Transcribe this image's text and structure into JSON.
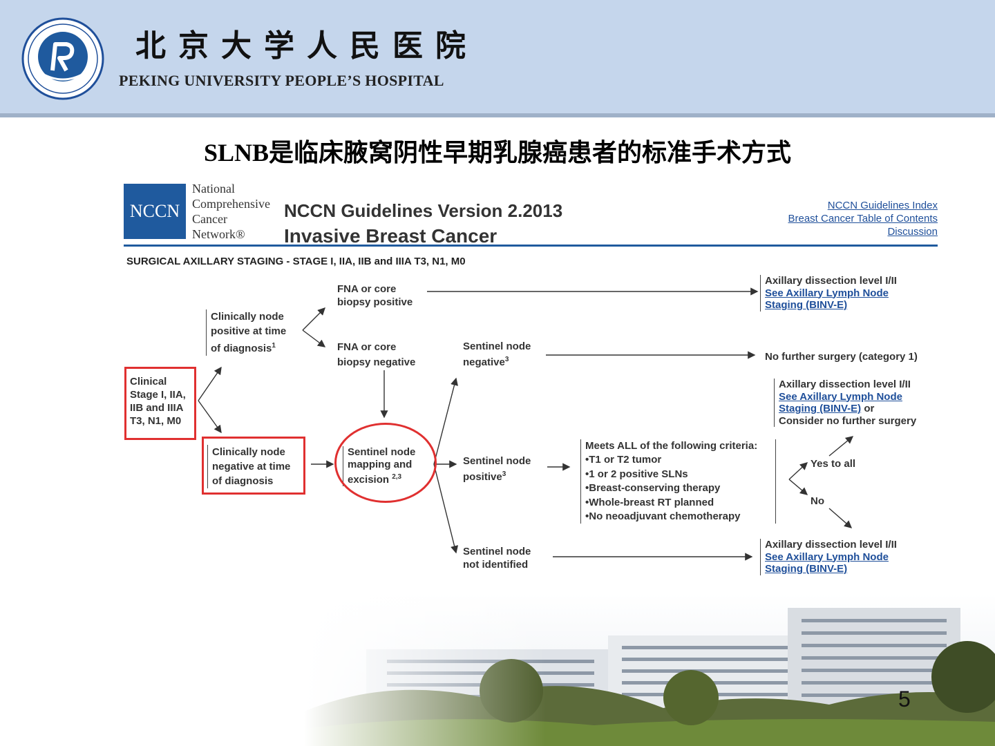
{
  "header": {
    "hospital_name_cn": "北京大学人民医院",
    "hospital_name_en": "PEKING UNIVERSITY PEOPLE’S HOSPITAL",
    "colors": {
      "band": "#c5d6ec",
      "accent_blue": "#1f5a9e",
      "highlight_red": "#e03030"
    }
  },
  "slide_title": "SLNB是临床腋窝阴性早期乳腺癌患者的标准手术方式",
  "nccn": {
    "logo_text": "NCCN",
    "org_words": [
      "National",
      "Comprehensive",
      "Cancer",
      "Network®"
    ],
    "guideline_version": "NCCN Guidelines Version 2.2013",
    "guideline_title": "Invasive Breast Cancer",
    "links": [
      "NCCN Guidelines Index",
      "Breast Cancer Table of Contents",
      "Discussion"
    ],
    "section_heading": "SURGICAL AXILLARY STAGING - STAGE I, IIA, IIB and IIIA T3, N1, M0"
  },
  "diagram": {
    "clinical_stage": [
      "Clinical",
      "Stage I, IIA,",
      "IIB and IIIA",
      "T3, N1, M0"
    ],
    "node_positive": [
      "Clinically node",
      "positive at time",
      "of diagnosis"
    ],
    "node_positive_sup": "1",
    "node_negative": [
      "Clinically node",
      "negative at time",
      "of diagnosis"
    ],
    "fna_positive": [
      "FNA or core",
      "biopsy positive"
    ],
    "fna_negative": [
      "FNA or core",
      "biopsy negative"
    ],
    "slnb": [
      "Sentinel node",
      "mapping and",
      "excision"
    ],
    "slnb_sup": "2,3",
    "sn_negative": [
      "Sentinel node",
      "negative"
    ],
    "sn_negative_sup": "3",
    "sn_positive": [
      "Sentinel node",
      "positive"
    ],
    "sn_positive_sup": "3",
    "sn_not_identified": [
      "Sentinel node",
      "not identified"
    ],
    "no_further": "No further surgery (category 1)",
    "criteria_title": "Meets ALL of the following criteria:",
    "criteria": [
      "T1 or T2 tumor",
      "1 or 2 positive SLNs",
      "Breast-conserving therapy",
      "Whole-breast RT planned",
      "No neoadjuvant chemotherapy"
    ],
    "yes_to_all": "Yes to all",
    "no": "No",
    "axillary_dissection": "Axillary dissection level I/II",
    "see_staging_1": "See Axillary Lymph Node",
    "see_staging_2": "Staging (BINV-E)",
    "or_text": " or",
    "consider_no_further": "Consider no further surgery"
  },
  "page_number": "5"
}
